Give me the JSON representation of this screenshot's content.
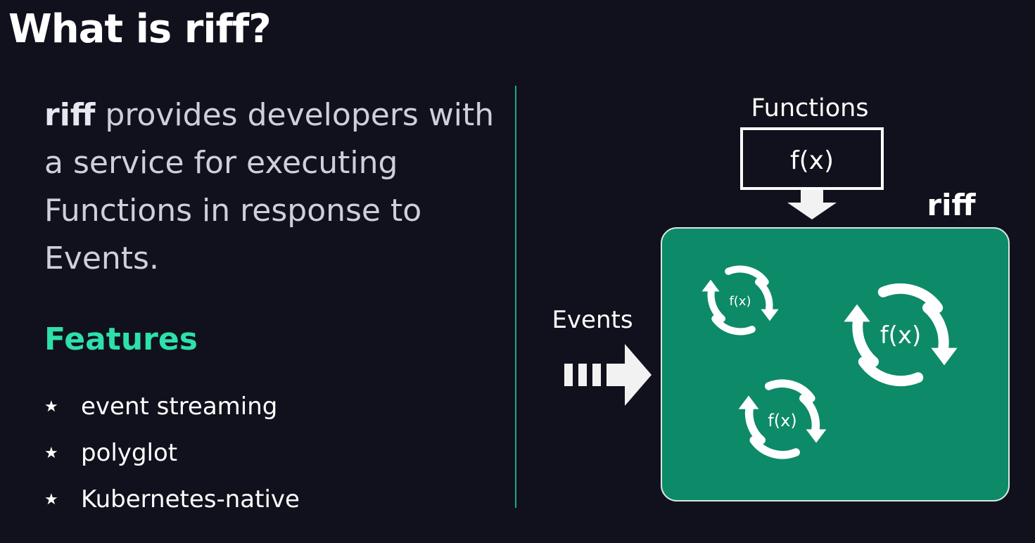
{
  "title": "What is riff?",
  "description": {
    "bold": "riff",
    "text": " provides developers with a service for executing Functions in response to Events."
  },
  "features": {
    "heading": "Features",
    "items": [
      "event streaming",
      "polyglot",
      "Kubernetes-native"
    ],
    "bullet_icon": "star-icon"
  },
  "diagram": {
    "functions_label": "Functions",
    "function_box_label": "f(x)",
    "platform_label": "riff",
    "events_label": "Events",
    "function_cycle_labels": [
      "f(x)",
      "f(x)",
      "f(x)"
    ],
    "colors": {
      "background": "#11111d",
      "platform_fill": "#0d8a67",
      "accent": "#2ee0a9",
      "divider": "#1da889",
      "arrow": "#f2f2f2"
    }
  }
}
